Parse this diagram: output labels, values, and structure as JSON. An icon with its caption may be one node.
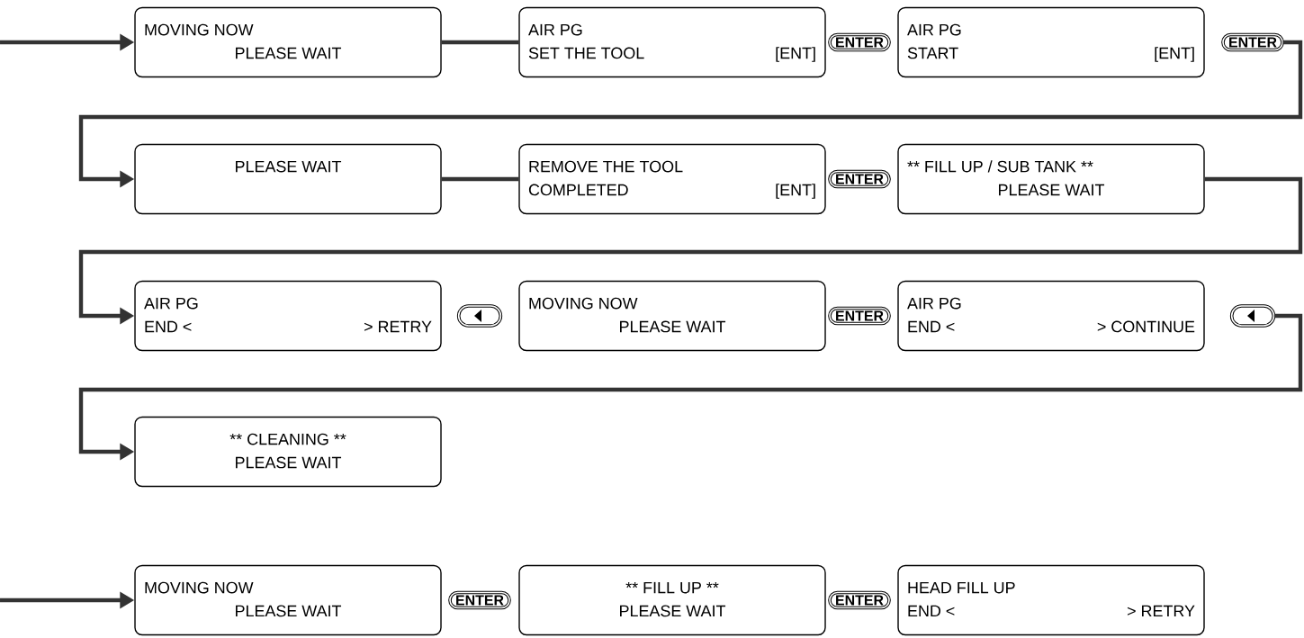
{
  "diagram": {
    "nodes": [
      {
        "text": [
          "MOVING NOW",
          "PLEASE WAIT"
        ]
      },
      {
        "text": [
          "AIR PG",
          "SET THE TOOL",
          "[ENT]"
        ]
      },
      {
        "text": [
          "ENTER"
        ]
      },
      {
        "text": [
          "AIR PG",
          "START",
          "[ENT]"
        ]
      },
      {
        "text": [
          "ENTER"
        ]
      },
      {
        "text": [
          "PLEASE WAIT"
        ]
      },
      {
        "text": [
          "REMOVE THE TOOL",
          "COMPLETED",
          "[ENT]"
        ]
      },
      {
        "text": [
          "ENTER"
        ]
      },
      {
        "text": [
          "** FILL UP / SUB TANK **",
          "PLEASE WAIT"
        ]
      },
      {
        "text": [
          "AIR PG",
          "END <",
          "> RETRY"
        ]
      },
      {
        "text": [],
        "shape": "button"
      },
      {
        "text": [
          "MOVING NOW",
          "PLEASE WAIT"
        ]
      },
      {
        "text": [
          "ENTER"
        ]
      },
      {
        "text": [
          "AIR PG",
          "END <",
          "> CONTINUE"
        ]
      },
      {
        "text": [],
        "shape": "button"
      },
      {
        "text": [
          "** CLEANING **",
          "PLEASE WAIT"
        ]
      },
      {
        "text": [
          "MOVING NOW",
          "PLEASE WAIT"
        ]
      },
      {
        "text": [
          "ENTER"
        ]
      },
      {
        "text": [
          "** FILL UP **",
          "PLEASE WAIT"
        ]
      },
      {
        "text": [
          "ENTER"
        ]
      },
      {
        "text": [
          "HEAD FILL UP",
          "END <",
          "> RETRY"
        ]
      }
    ],
    "edges": [
      {
        "from": null,
        "to": 0,
        "arrow": "to"
      },
      {
        "from": 0,
        "to": 1,
        "arrow": "none"
      },
      {
        "from": 4,
        "to": 5,
        "arrow": "to"
      },
      {
        "from": 5,
        "to": 6,
        "arrow": "none"
      },
      {
        "from": 8,
        "to": 9,
        "arrow": "to"
      },
      {
        "from": 14,
        "to": 15,
        "arrow": "to"
      },
      {
        "from": null,
        "to": 16,
        "arrow": "to"
      }
    ]
  }
}
